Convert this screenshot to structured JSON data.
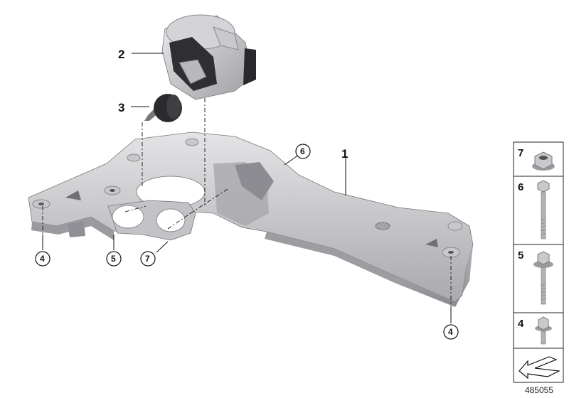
{
  "callouts": {
    "c1": "1",
    "c2": "2",
    "c3": "3",
    "c4a": "4",
    "c4b": "4",
    "c5": "5",
    "c6": "6",
    "c7": "7"
  },
  "side_panel": {
    "items": [
      {
        "number": "7",
        "icon": "hex-flange-nut-icon"
      },
      {
        "number": "6",
        "icon": "long-hex-bolt-icon"
      },
      {
        "number": "5",
        "icon": "flange-bolt-with-washer-icon"
      },
      {
        "number": "4",
        "icon": "short-collar-screw-icon"
      }
    ],
    "bottom_icon": "arrow-left-icon"
  },
  "reference_number": "485055",
  "colors": {
    "metal_light": "#d9d9db",
    "metal_mid": "#b8b8bc",
    "metal_dark": "#8f8f94",
    "rubber": "#2c2c2e",
    "line": "#111111"
  }
}
